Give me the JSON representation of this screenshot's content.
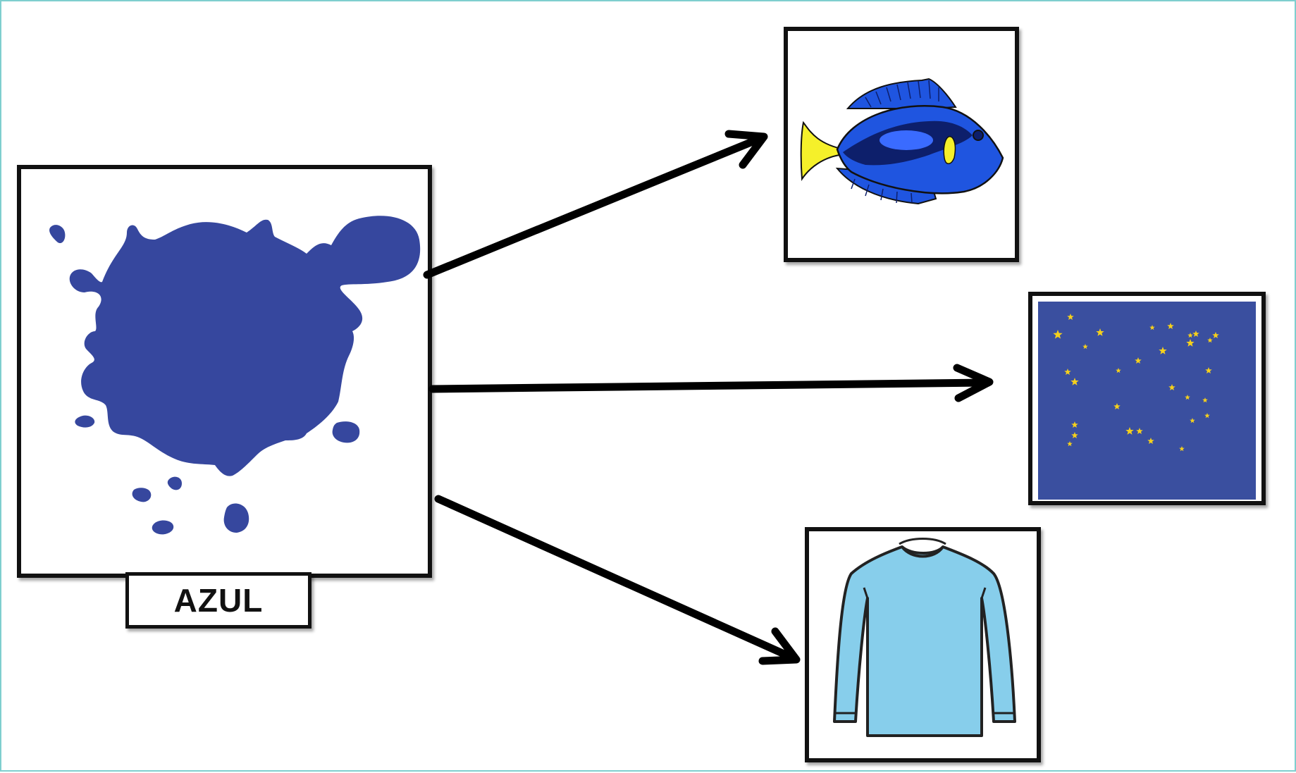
{
  "label": {
    "text": "AZUL"
  },
  "colors": {
    "splash": "#36479e",
    "fish_body": "#1f55e0",
    "fish_dark": "#0d1f6b",
    "fish_yellow": "#f5f02a",
    "sky": "#3a4f9f",
    "star": "#f5d01c",
    "shirt": "#87ceeb",
    "stroke": "#111111"
  },
  "pictures": [
    {
      "name": "fish",
      "icon": "blue-tang-fish-icon"
    },
    {
      "name": "night-sky",
      "icon": "starry-night-sky-icon"
    },
    {
      "name": "shirt",
      "icon": "long-sleeve-shirt-icon"
    }
  ]
}
